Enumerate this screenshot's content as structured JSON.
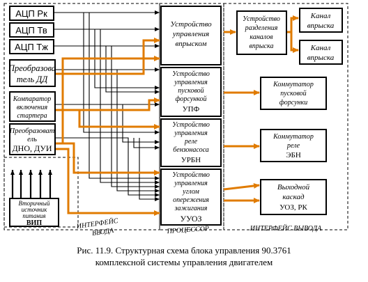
{
  "inputs": {
    "adc_rk": "АЦП Рк",
    "adc_tv": "АЦП Тв",
    "adc_tzh": "АЦП Тж",
    "dd_line1": "Преобразова",
    "dd_line2": "тель ДД",
    "comp_line1": "Компаратор",
    "comp_line2": "включения",
    "comp_line3": "стартера",
    "dno_line1": "Преобразоват",
    "dno_line2": "ель",
    "dno_line3": "ДНО, ДУИ",
    "vip_line1": "Вторичный",
    "vip_line2": "источник",
    "vip_line3": "питания",
    "vip_line4": "ВИП"
  },
  "processor": {
    "uuv_line1": "Устройство",
    "uuv_line2": "управления",
    "uuv_line3": "впрыском",
    "upf_line1": "Устройство",
    "upf_line2": "управления",
    "upf_line3": "пусковой",
    "upf_line4": "форсункой",
    "upf_line5": "УПФ",
    "urbn_line1": "Устройство",
    "urbn_line2": "управления",
    "urbn_line3": "реле",
    "urbn_line4": "бензонасоса",
    "urbn_line5": "УРБН",
    "uuoz_line1": "Устройство",
    "uuoz_line2": "управления",
    "uuoz_line3": "углом",
    "uuoz_line4": "опережения",
    "uuoz_line5": "зажигания",
    "uuoz_line6": "УУОЗ"
  },
  "outputs": {
    "urk_line1": "Устройство",
    "urk_line2": "разделения",
    "urk_line3": "каналов",
    "urk_line4": "впрыска",
    "ch1_line1": "Канал",
    "ch1_line2": "впрыска",
    "ch2_line1": "Канал",
    "ch2_line1_b": "Канал",
    "ch2_line2": "впрыска",
    "kpf_line1": "Коммутатор",
    "kpf_line2": "пусковой",
    "kpf_line3": "форсунки",
    "kebn_line1": "Коммутатор",
    "kebn_line2": "реле",
    "kebn_line3": "ЭБН",
    "vk_line1": "Выходной",
    "vk_line2": "каскад",
    "vk_line3": "УОЗ, РК"
  },
  "labels": {
    "input_interface_line1": "ИНТЕРФЕЙС",
    "input_interface_line2": "ВВОДА",
    "processor": "ПРОЦЕССОР",
    "output_interface": "ИНТЕРФЕЙС ВЫВОДА"
  },
  "caption": {
    "line1": "Рис. 11.9. Структурная схема блока управления 90.3761",
    "line2": "комплексной системы управления двигателем"
  },
  "colors": {
    "signal": "#e07b00",
    "line": "#000000",
    "background": "#ffffff"
  }
}
